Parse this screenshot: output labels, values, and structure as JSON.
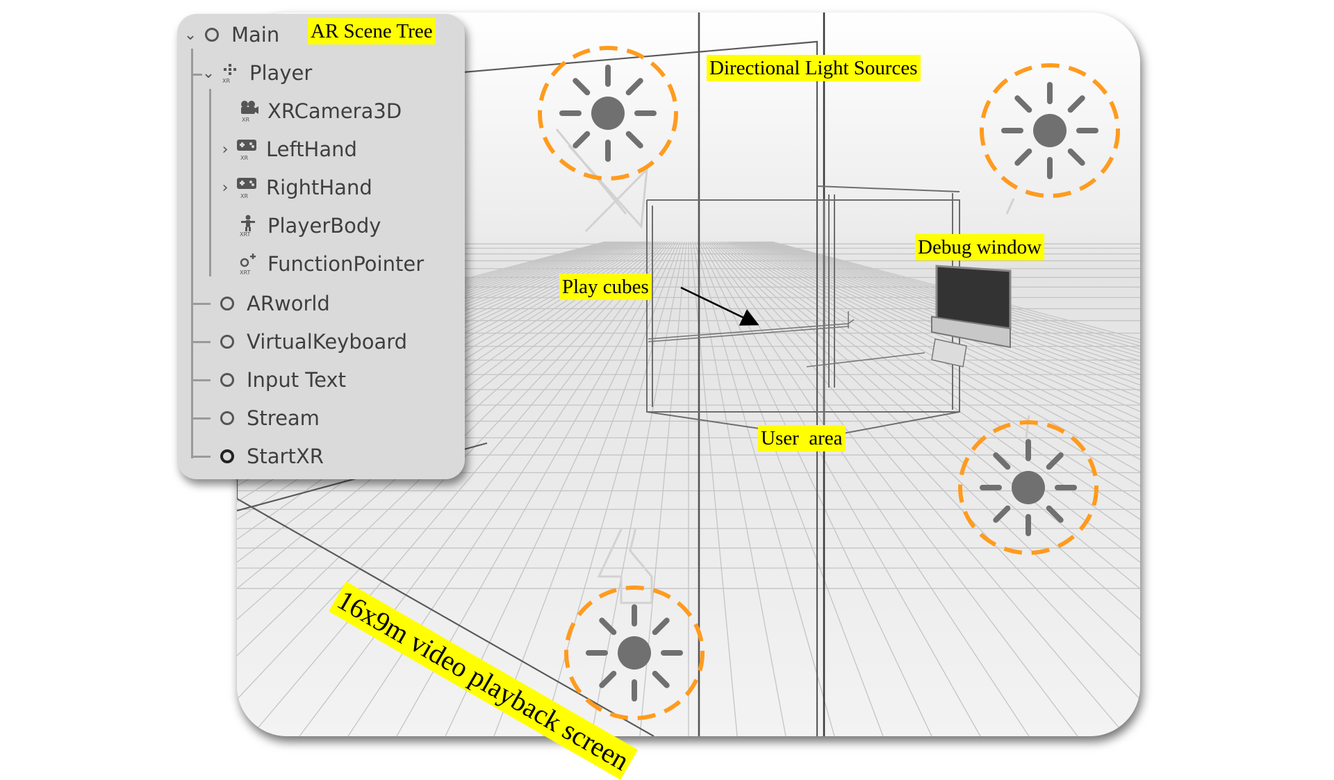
{
  "annotations": {
    "scene_tree": "AR Scene Tree",
    "light_sources": "Directional Light Sources",
    "debug_window": "Debug window",
    "play_cubes": "Play cubes",
    "user_area": "User  area",
    "video_screen": "16x9m video playback screen"
  },
  "scene_tree": {
    "root": {
      "label": "Main",
      "icon": "node-circle-icon",
      "expanded": true
    },
    "player": {
      "label": "Player",
      "icon": "xr-origin-icon",
      "expanded": true
    },
    "player_children": [
      {
        "label": "XRCamera3D",
        "icon": "xr-camera-icon",
        "expandable": false
      },
      {
        "label": "LeftHand",
        "icon": "xr-controller-icon",
        "expandable": true
      },
      {
        "label": "RightHand",
        "icon": "xr-controller-icon",
        "expandable": true
      },
      {
        "label": "PlayerBody",
        "icon": "xr-body-icon",
        "expandable": false
      },
      {
        "label": "FunctionPointer",
        "icon": "xr-pointer-icon",
        "expandable": false
      }
    ],
    "main_children": [
      {
        "label": "ARworld",
        "icon": "node-circle-icon"
      },
      {
        "label": "VirtualKeyboard",
        "icon": "node-circle-icon"
      },
      {
        "label": "Input Text",
        "icon": "node-circle-icon"
      },
      {
        "label": "Stream",
        "icon": "node-circle-icon"
      },
      {
        "label": "StartXR",
        "icon": "node-circle-icon"
      }
    ]
  },
  "colors": {
    "highlight": "#ffff00",
    "light_dash": "#ff9b1e",
    "sun_icon": "#707070",
    "panel_bg": "#dadada"
  }
}
